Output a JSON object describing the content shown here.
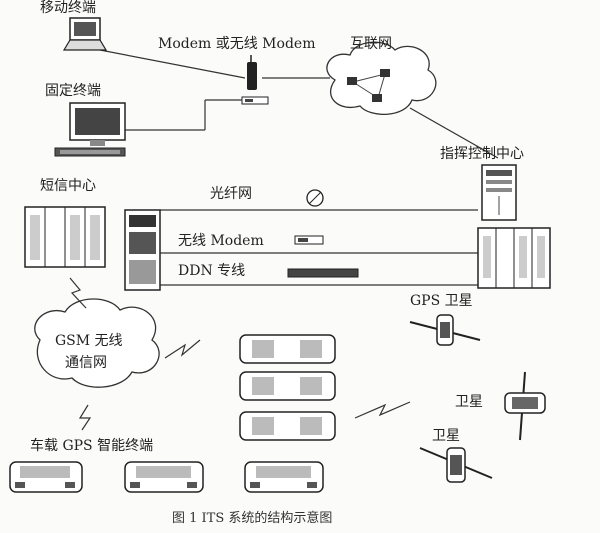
{
  "labels": {
    "mobile_terminal": "移动终端",
    "fixed_terminal": "固定终端",
    "modem_or_wireless": "Modem 或无线 Modem",
    "internet": "互联网",
    "command_center": "指挥控制中心",
    "sms_center": "短信中心",
    "fiber_network": "光纤网",
    "wireless_modem": "无线 Modem",
    "ddn_line": "DDN 专线",
    "gsm_network_line1": "GSM 无线",
    "gsm_network_line2": "通信网",
    "gps_satellite": "GPS 卫星",
    "satellite_1": "卫星",
    "satellite_2": "卫星",
    "vehicle_terminal": "车载 GPS 智能终端"
  },
  "caption": "图 1  ITS 系统的结构示意图"
}
